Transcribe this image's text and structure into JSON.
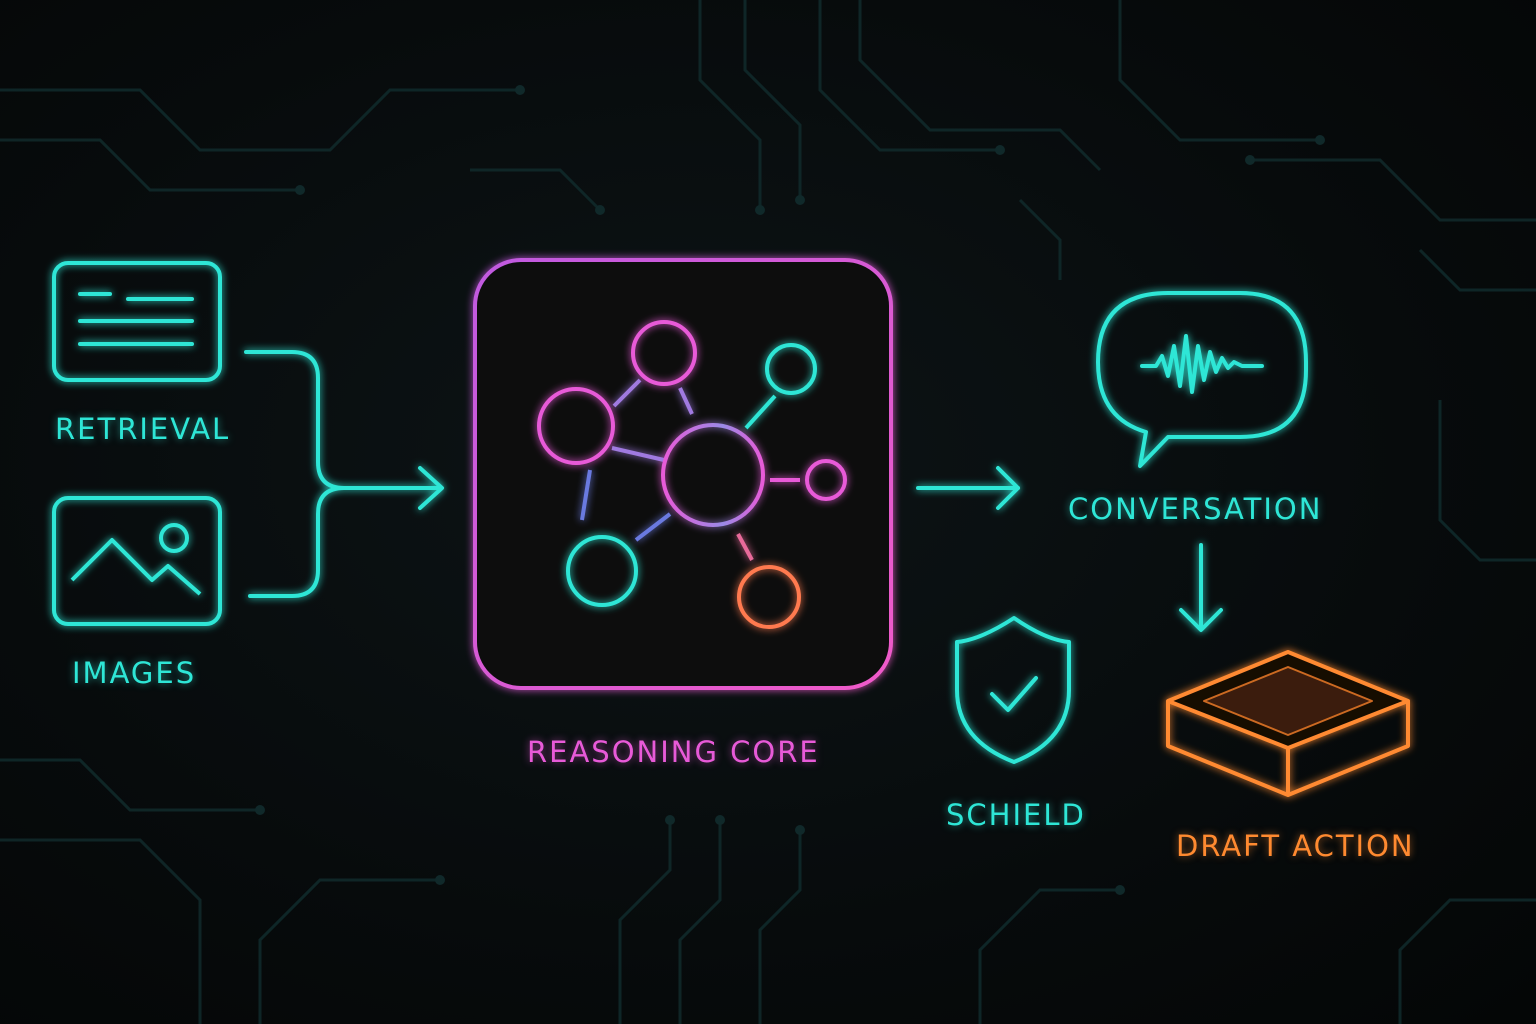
{
  "colors": {
    "cyan": "#2ee6d6",
    "magenta": "#e85ad8",
    "orange": "#ff8a30",
    "circuit": "#12302e"
  },
  "nodes": {
    "retrieval": {
      "label": "RETRIEVAL",
      "icon": "document-lines-icon",
      "color": "#2ee6d6"
    },
    "images": {
      "label": "IMAGES",
      "icon": "image-mountain-icon",
      "color": "#2ee6d6"
    },
    "reasoning_core": {
      "label": "REASONING CORE",
      "icon": "network-graph-icon",
      "color": "#e85ad8"
    },
    "conversation": {
      "label": "CONVERSATION",
      "icon": "speech-bubble-waveform-icon",
      "color": "#2ee6d6"
    },
    "shield": {
      "label": "SCHIELD",
      "icon": "shield-check-icon",
      "color": "#2ee6d6"
    },
    "draft_action": {
      "label": "DRAFT ACTION",
      "icon": "open-box-icon",
      "color": "#ff8a30"
    }
  },
  "edges": [
    {
      "from": "retrieval",
      "to": "reasoning_core"
    },
    {
      "from": "images",
      "to": "reasoning_core"
    },
    {
      "from": "reasoning_core",
      "to": "conversation"
    },
    {
      "from": "conversation",
      "to": "draft_action"
    },
    {
      "from": "shield",
      "to": "draft_action"
    }
  ]
}
